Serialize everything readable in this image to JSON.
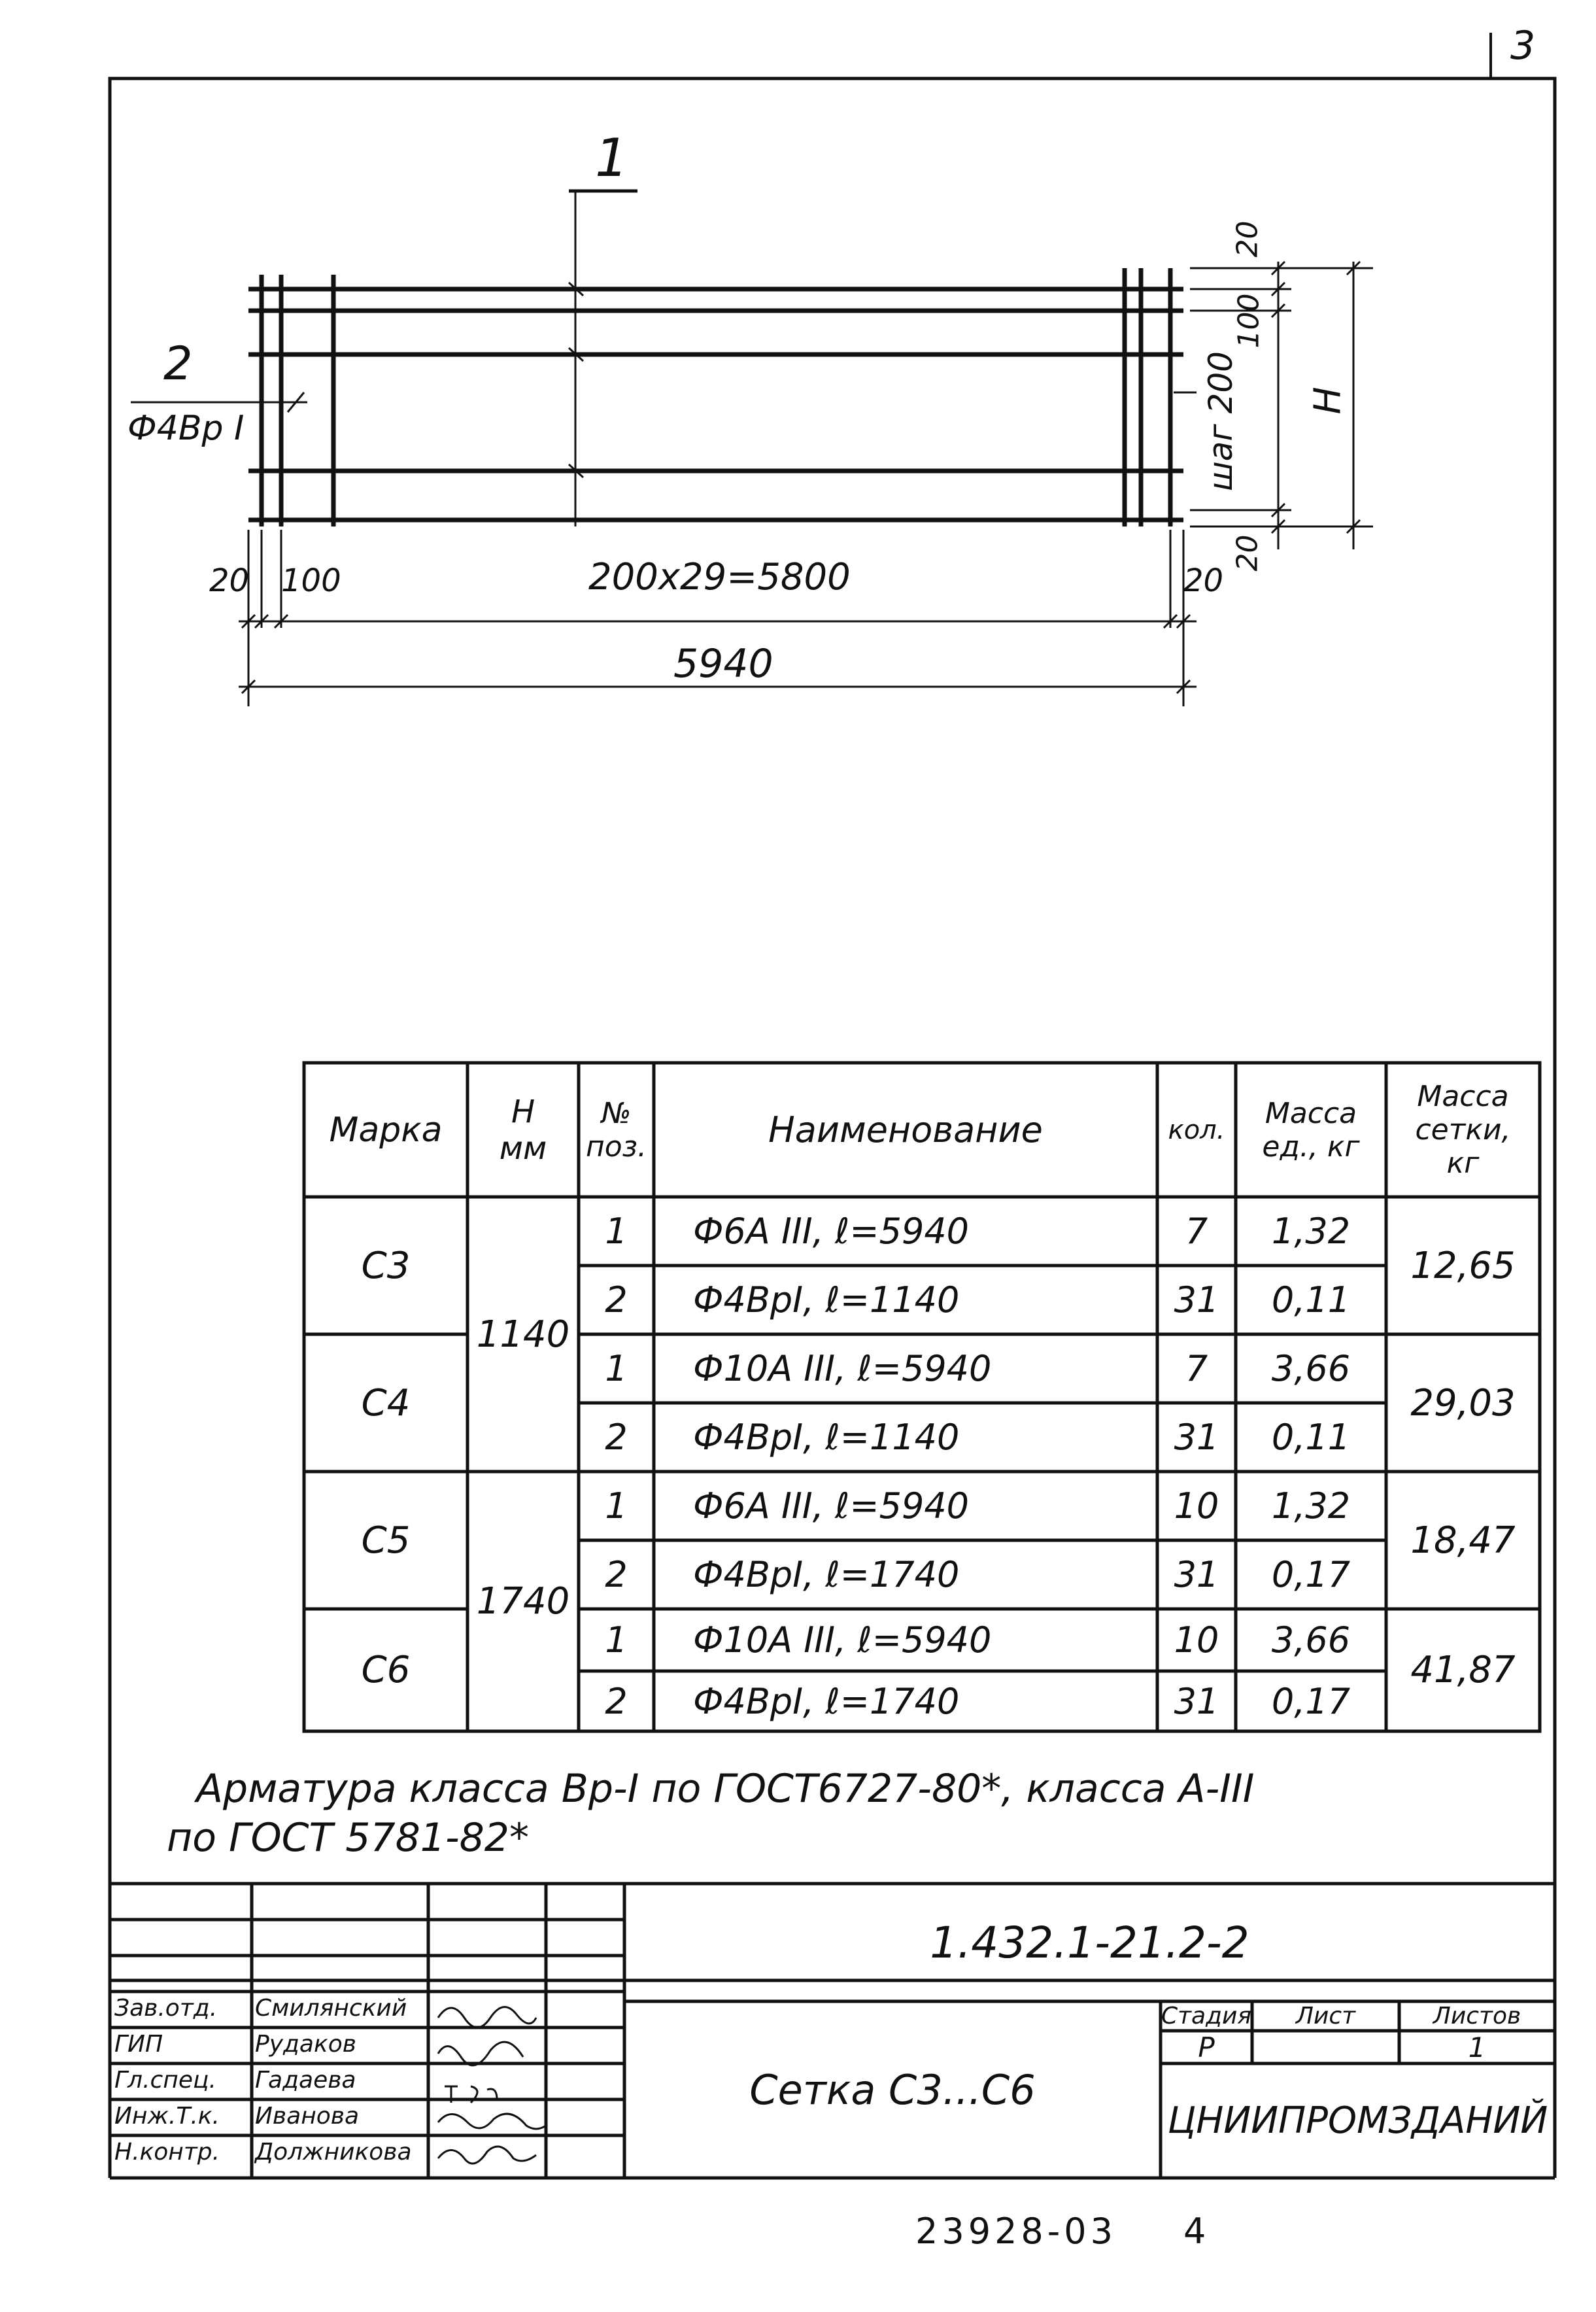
{
  "sheet_number": "3",
  "drawing": {
    "section_mark": "1",
    "left_label_pos": "2",
    "left_label_bar": "Ф4Вр I",
    "dim_left_20": "20",
    "dim_left_100": "100",
    "dim_middle": "200х29=5800",
    "dim_right_20": "20",
    "dim_total": "5940",
    "dim_top_20": "20",
    "dim_100": "100",
    "dim_step": "шаг 200",
    "dim_bottom_20": "20",
    "dim_h": "Н"
  },
  "spec_table": {
    "headers": {
      "marka": "Марка",
      "h": "Н мм",
      "pos": "№ поз.",
      "name": "Наименование",
      "qty": "кол.",
      "mass_unit": "Масса ед., кг",
      "mass_mesh": "Масса сетки, кг"
    },
    "groups": [
      {
        "marka": "С3",
        "mass": "12,65"
      },
      {
        "marka": "С4",
        "mass": "29,03"
      },
      {
        "marka": "С5",
        "mass": "18,47"
      },
      {
        "marka": "С6",
        "mass": "41,87"
      }
    ],
    "h_values": [
      "1140",
      "1740"
    ],
    "rows": [
      {
        "pos": "1",
        "name": "Ф6А III, ℓ=5940",
        "qty": "7",
        "mass": "1,32"
      },
      {
        "pos": "2",
        "name": "Ф4ВрI, ℓ=1140",
        "qty": "31",
        "mass": "0,11"
      },
      {
        "pos": "1",
        "name": "Ф10А III, ℓ=5940",
        "qty": "7",
        "mass": "3,66"
      },
      {
        "pos": "2",
        "name": "Ф4ВрI, ℓ=1140",
        "qty": "31",
        "mass": "0,11"
      },
      {
        "pos": "1",
        "name": "Ф6А III, ℓ=5940",
        "qty": "10",
        "mass": "1,32"
      },
      {
        "pos": "2",
        "name": "Ф4ВрI, ℓ=1740",
        "qty": "31",
        "mass": "0,17"
      },
      {
        "pos": "1",
        "name": "Ф10А III, ℓ=5940",
        "qty": "10",
        "mass": "3,66"
      },
      {
        "pos": "2",
        "name": "Ф4ВрI, ℓ=1740",
        "qty": "31",
        "mass": "0,17"
      }
    ]
  },
  "note": {
    "line1": "Арматура класса Вр-I по ГОСТ6727-80*, класса А-III",
    "line2": "по ГОСТ 5781-82*"
  },
  "title_block": {
    "code": "1.432.1-21.2-2",
    "title": "Сетка С3...С6",
    "stage_label": "Стадия",
    "sheet_label": "Лист",
    "sheets_label": "Листов",
    "stage": "Р",
    "sheets": "1",
    "org": "ЦНИИПРОМЗДАНИЙ",
    "staff": [
      {
        "role": "Зав.отд.",
        "name": "Смилянский"
      },
      {
        "role": "ГИП",
        "name": "Рудаков"
      },
      {
        "role": "Гл.спец.",
        "name": "Гадаева"
      },
      {
        "role": "Инж.Т.к.",
        "name": "Иванова"
      },
      {
        "role": "Н.контр.",
        "name": "Должникова"
      }
    ]
  },
  "footer": {
    "inventory": "23928-03",
    "page": "4"
  }
}
